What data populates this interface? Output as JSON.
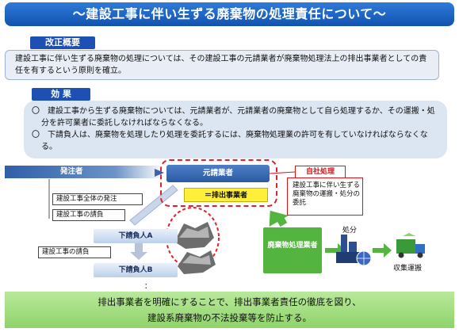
{
  "title": "～建設工事に伴い生ずる廃棄物の処理責任について～",
  "section_revision": {
    "label": "改正概要",
    "text": "建設工事に伴い生ずる廃棄物の処理については、その建設工事の元請業者が廃棄物処理法上の排出事業者としての責任を有するという原則を確立。"
  },
  "section_effect": {
    "label": "効 果",
    "items": [
      "〇　建設工事から生ずる廃棄物については、元請業者が、元請業者の廃棄物として自ら処理するか、その運搬・処分を許可業者に委託しなければならなくなる。",
      "〇　下請負人は、廃棄物を処理したり処理を委託するには、廃棄物処理業の許可を有していなければならなくなる。"
    ]
  },
  "diagram": {
    "client": "発注者",
    "prime_contractor": "元請業者",
    "emitter": "＝排出事業者",
    "self_processing": "自社処理",
    "consignment": "建設工事に伴い生ずる廃棄物の運搬・処分の委託",
    "order_all": "建設工事全体の発注",
    "sub_contract_1": "建設工事の請負",
    "sub_a": "下請負人A",
    "sub_contract_2": "建設工事の請負",
    "sub_b": "下請負人B",
    "dots": "：",
    "waste_company": "廃棄物処理業者",
    "disposal": "処分",
    "transport": "収集運搬"
  },
  "footer": {
    "line1": "排出事業者を明確にすることで、排出事業者責任の徹底を図り、",
    "line2": "建設系廃棄物の不法投棄等を防止する。"
  },
  "colors": {
    "title_blue": "#1e5cc0",
    "label_blue": "#1e4fb3",
    "emitter_yellow": "#ffef3a",
    "accent_red": "#e0202a",
    "waste_green": "#53b53f",
    "footer_green": "#a6de82"
  }
}
